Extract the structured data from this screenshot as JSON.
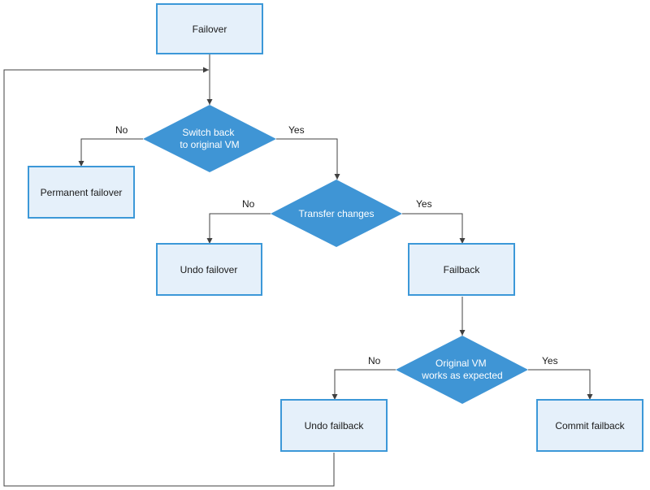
{
  "colors": {
    "box_fill": "#e5f0fa",
    "box_stroke": "#3c98d8",
    "decision_fill": "#3f95d5",
    "decision_text": "#ffffff",
    "edge_color": "#404040"
  },
  "nodes": {
    "failover": {
      "label": "Failover"
    },
    "switch_back": {
      "lines": [
        "Switch back",
        "to original VM"
      ]
    },
    "permanent_failover": {
      "label": "Permanent failover"
    },
    "transfer_changes": {
      "label": "Transfer changes"
    },
    "undo_failover": {
      "label": "Undo failover"
    },
    "failback": {
      "label": "Failback"
    },
    "original_vm": {
      "lines": [
        "Original VM",
        "works as expected"
      ]
    },
    "undo_failback": {
      "label": "Undo failback"
    },
    "commit_failback": {
      "label": "Commit failback"
    }
  },
  "edge_labels": {
    "switch_no": "No",
    "switch_yes": "Yes",
    "transfer_no": "No",
    "transfer_yes": "Yes",
    "original_no": "No",
    "original_yes": "Yes"
  }
}
